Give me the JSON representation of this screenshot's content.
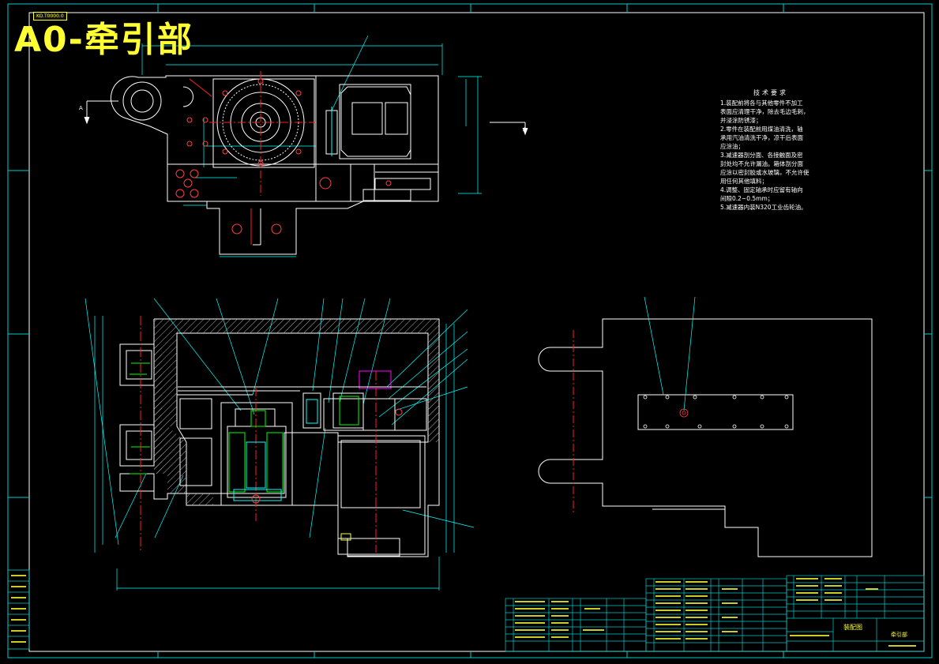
{
  "title_overlay": "A0-牵引部",
  "corner_tag": "KO.T0000.0",
  "section_mark": "A",
  "tech_requirements": {
    "heading": "技术要求",
    "lines": [
      "1.装配前将各与其他零件不加工",
      "表面应清理干净，除去毛边毛刺，",
      "并浸涂防锈漆；",
      "2.零件在装配前用煤油清洗，轴",
      "承用汽油清洗干净，凉干后表面",
      "应涂油；",
      "3.减速器剖分面、各接触面及密",
      "封处均不允许漏油。箱体剖分面",
      "应涂以密封胶或水玻璃，不允许使",
      "用任何其他填料；",
      "4.调整、固定轴承时应留有轴向",
      "间隙0.2~0.5mm；",
      "5.减速器内装N320工业齿轮油。"
    ]
  },
  "title_block": {
    "drawing_name": "装配图",
    "part_name": "牵引部"
  },
  "colors": {
    "background": "#000000",
    "outline": "#ffffff",
    "dimension": "#00ffff",
    "centerline": "#ff2020",
    "hatch": "#b0b0b0",
    "overlay": "#ffff33",
    "component": "#00ff00",
    "magenta": "#ff00ff"
  }
}
